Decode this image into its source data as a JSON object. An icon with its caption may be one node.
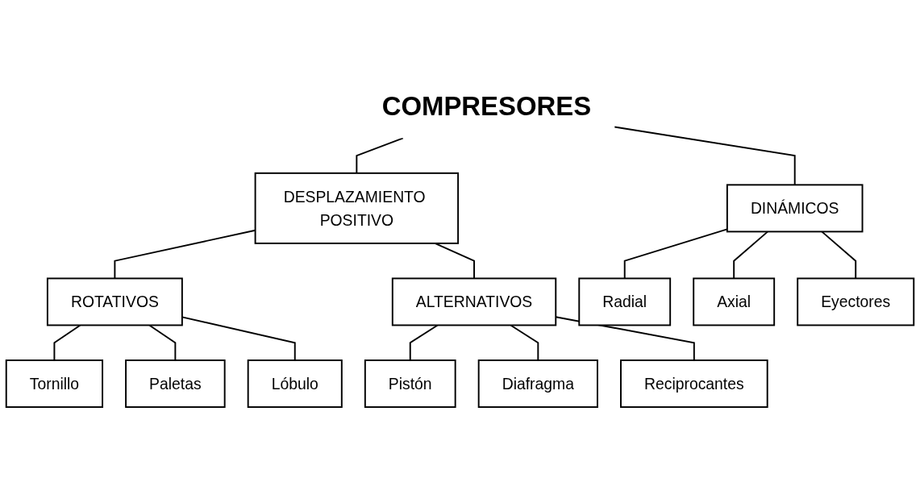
{
  "diagram": {
    "nodes": [
      {
        "text": [
          "COMPRESORES"
        ]
      },
      {
        "text": [
          "DESPLAZAMIENTO POSITIVO"
        ]
      },
      {
        "text": [
          "DINÁMICOS"
        ]
      },
      {
        "text": [
          "ROTATIVOS"
        ]
      },
      {
        "text": [
          "ALTERNATIVOS"
        ]
      },
      {
        "text": [
          "Tornillo"
        ]
      },
      {
        "text": [
          "Paletas"
        ]
      },
      {
        "text": [
          "Lóbulo"
        ]
      },
      {
        "text": [
          "Pistón"
        ]
      },
      {
        "text": [
          "Diafragma"
        ]
      },
      {
        "text": [
          "Reciprocantes"
        ]
      },
      {
        "text": [
          "Radial"
        ]
      },
      {
        "text": [
          "Axial"
        ]
      },
      {
        "text": [
          "Eyectores"
        ]
      }
    ],
    "edges": [
      {
        "from": 0,
        "to": 1,
        "arrow": "none"
      },
      {
        "from": 0,
        "to": 2,
        "arrow": "none"
      },
      {
        "from": 1,
        "to": 3,
        "arrow": "none"
      },
      {
        "from": 1,
        "to": 4,
        "arrow": "none"
      },
      {
        "from": 3,
        "to": 5,
        "arrow": "none"
      },
      {
        "from": 3,
        "to": 6,
        "arrow": "none"
      },
      {
        "from": 3,
        "to": 7,
        "arrow": "none"
      },
      {
        "from": 4,
        "to": 8,
        "arrow": "none"
      },
      {
        "from": 4,
        "to": 9,
        "arrow": "none"
      },
      {
        "from": 4,
        "to": 10,
        "arrow": "none"
      },
      {
        "from": 2,
        "to": 11,
        "arrow": "none"
      },
      {
        "from": 2,
        "to": 12,
        "arrow": "none"
      },
      {
        "from": 2,
        "to": 13,
        "arrow": "none"
      }
    ]
  }
}
